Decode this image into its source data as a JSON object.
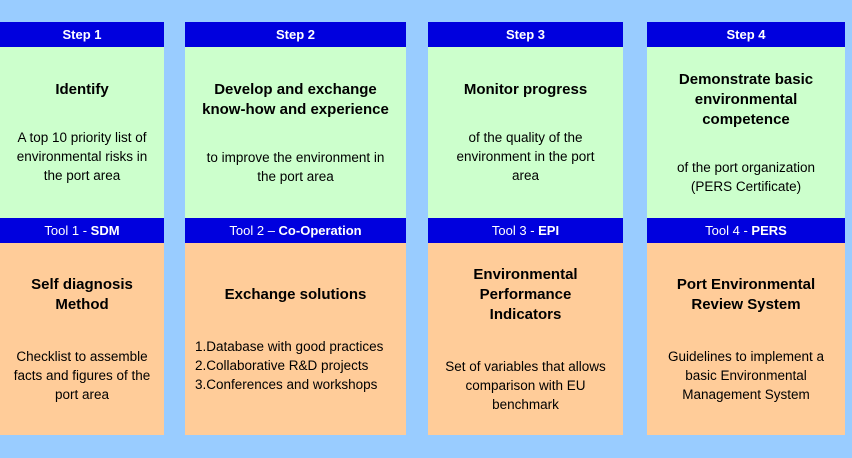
{
  "colors": {
    "background": "#99CCFF",
    "header_blue": "#0000DE",
    "step_panel_green": "#CCFFCC",
    "tool_panel_orange": "#FFCC99",
    "header_text": "#FFFFFF",
    "body_text": "#000000"
  },
  "columns": [
    {
      "step_label": "Step 1",
      "green": {
        "title_lines": [
          "Identify"
        ],
        "body_lines": [
          "A top 10 priority list of",
          "environmental risks in",
          "the port area"
        ]
      },
      "tool_prefix": "Tool 1 - ",
      "tool_name": "SDM",
      "orange": {
        "title_lines": [
          "Self diagnosis",
          "Method"
        ],
        "body_lines": [
          "Checklist to assemble",
          "facts and figures of the",
          "port area"
        ]
      }
    },
    {
      "step_label": "Step 2",
      "green": {
        "title_lines": [
          "Develop and exchange",
          "know-how and experience"
        ],
        "body_lines": [
          "to improve the environment in",
          "the port area"
        ]
      },
      "tool_prefix": "Tool 2 – ",
      "tool_name": "Co-Operation",
      "orange": {
        "title_lines": [
          "Exchange solutions"
        ],
        "body_lines": [
          "1.Database with good practices",
          "2.Collaborative R&D projects",
          "3.Conferences and workshops"
        ]
      }
    },
    {
      "step_label": "Step 3",
      "green": {
        "title_lines": [
          "Monitor progress"
        ],
        "body_lines": [
          "of the quality of the",
          "environment in the port",
          "area"
        ]
      },
      "tool_prefix": "Tool 3 - ",
      "tool_name": "EPI",
      "orange": {
        "title_lines": [
          "Environmental",
          "Performance",
          "Indicators"
        ],
        "body_lines": [
          "Set of variables that allows",
          "comparison with EU",
          "benchmark"
        ]
      }
    },
    {
      "step_label": "Step 4",
      "green": {
        "title_lines": [
          "Demonstrate basic",
          "environmental",
          "competence"
        ],
        "body_lines": [
          "of the port organization",
          "(PERS Certificate)"
        ]
      },
      "tool_prefix": "Tool 4 - ",
      "tool_name": "PERS",
      "orange": {
        "title_lines": [
          "Port Environmental",
          "Review System"
        ],
        "body_lines": [
          "Guidelines to implement a",
          "basic Environmental",
          "Management System"
        ]
      }
    }
  ]
}
